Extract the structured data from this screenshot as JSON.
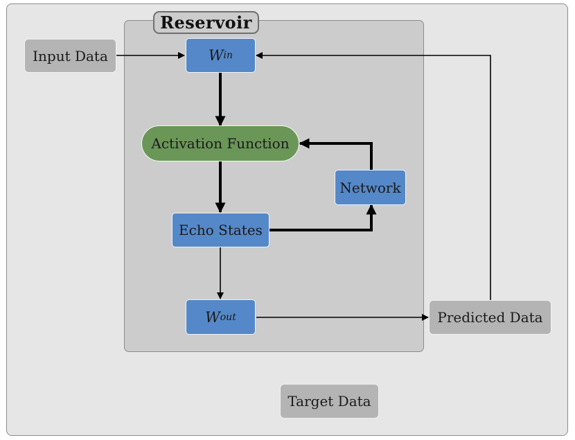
{
  "diagram": {
    "container_title": "Reservoir",
    "nodes": {
      "input_data": "Input Data",
      "w_in": {
        "symbol": "W",
        "subscript": "in"
      },
      "activation_function": "Activation Function",
      "network": "Network",
      "echo_states": "Echo States",
      "w_out": {
        "symbol": "W",
        "subscript": "out"
      },
      "predicted_data": "Predicted Data",
      "target_data": "Target Data"
    },
    "colors": {
      "outer_background": "#e6e6e6",
      "reservoir_background": "#cccccc",
      "weight_node": "#5588c8",
      "activation_node": "#6a9658",
      "data_node": "#b4b4b4"
    },
    "edges": [
      {
        "from": "input_data",
        "to": "w_in"
      },
      {
        "from": "w_in",
        "to": "activation_function"
      },
      {
        "from": "activation_function",
        "to": "echo_states"
      },
      {
        "from": "echo_states",
        "to": "network"
      },
      {
        "from": "network",
        "to": "activation_function"
      },
      {
        "from": "echo_states",
        "to": "w_out"
      },
      {
        "from": "w_out",
        "to": "predicted_data"
      },
      {
        "from": "predicted_data",
        "to": "w_in"
      }
    ]
  }
}
